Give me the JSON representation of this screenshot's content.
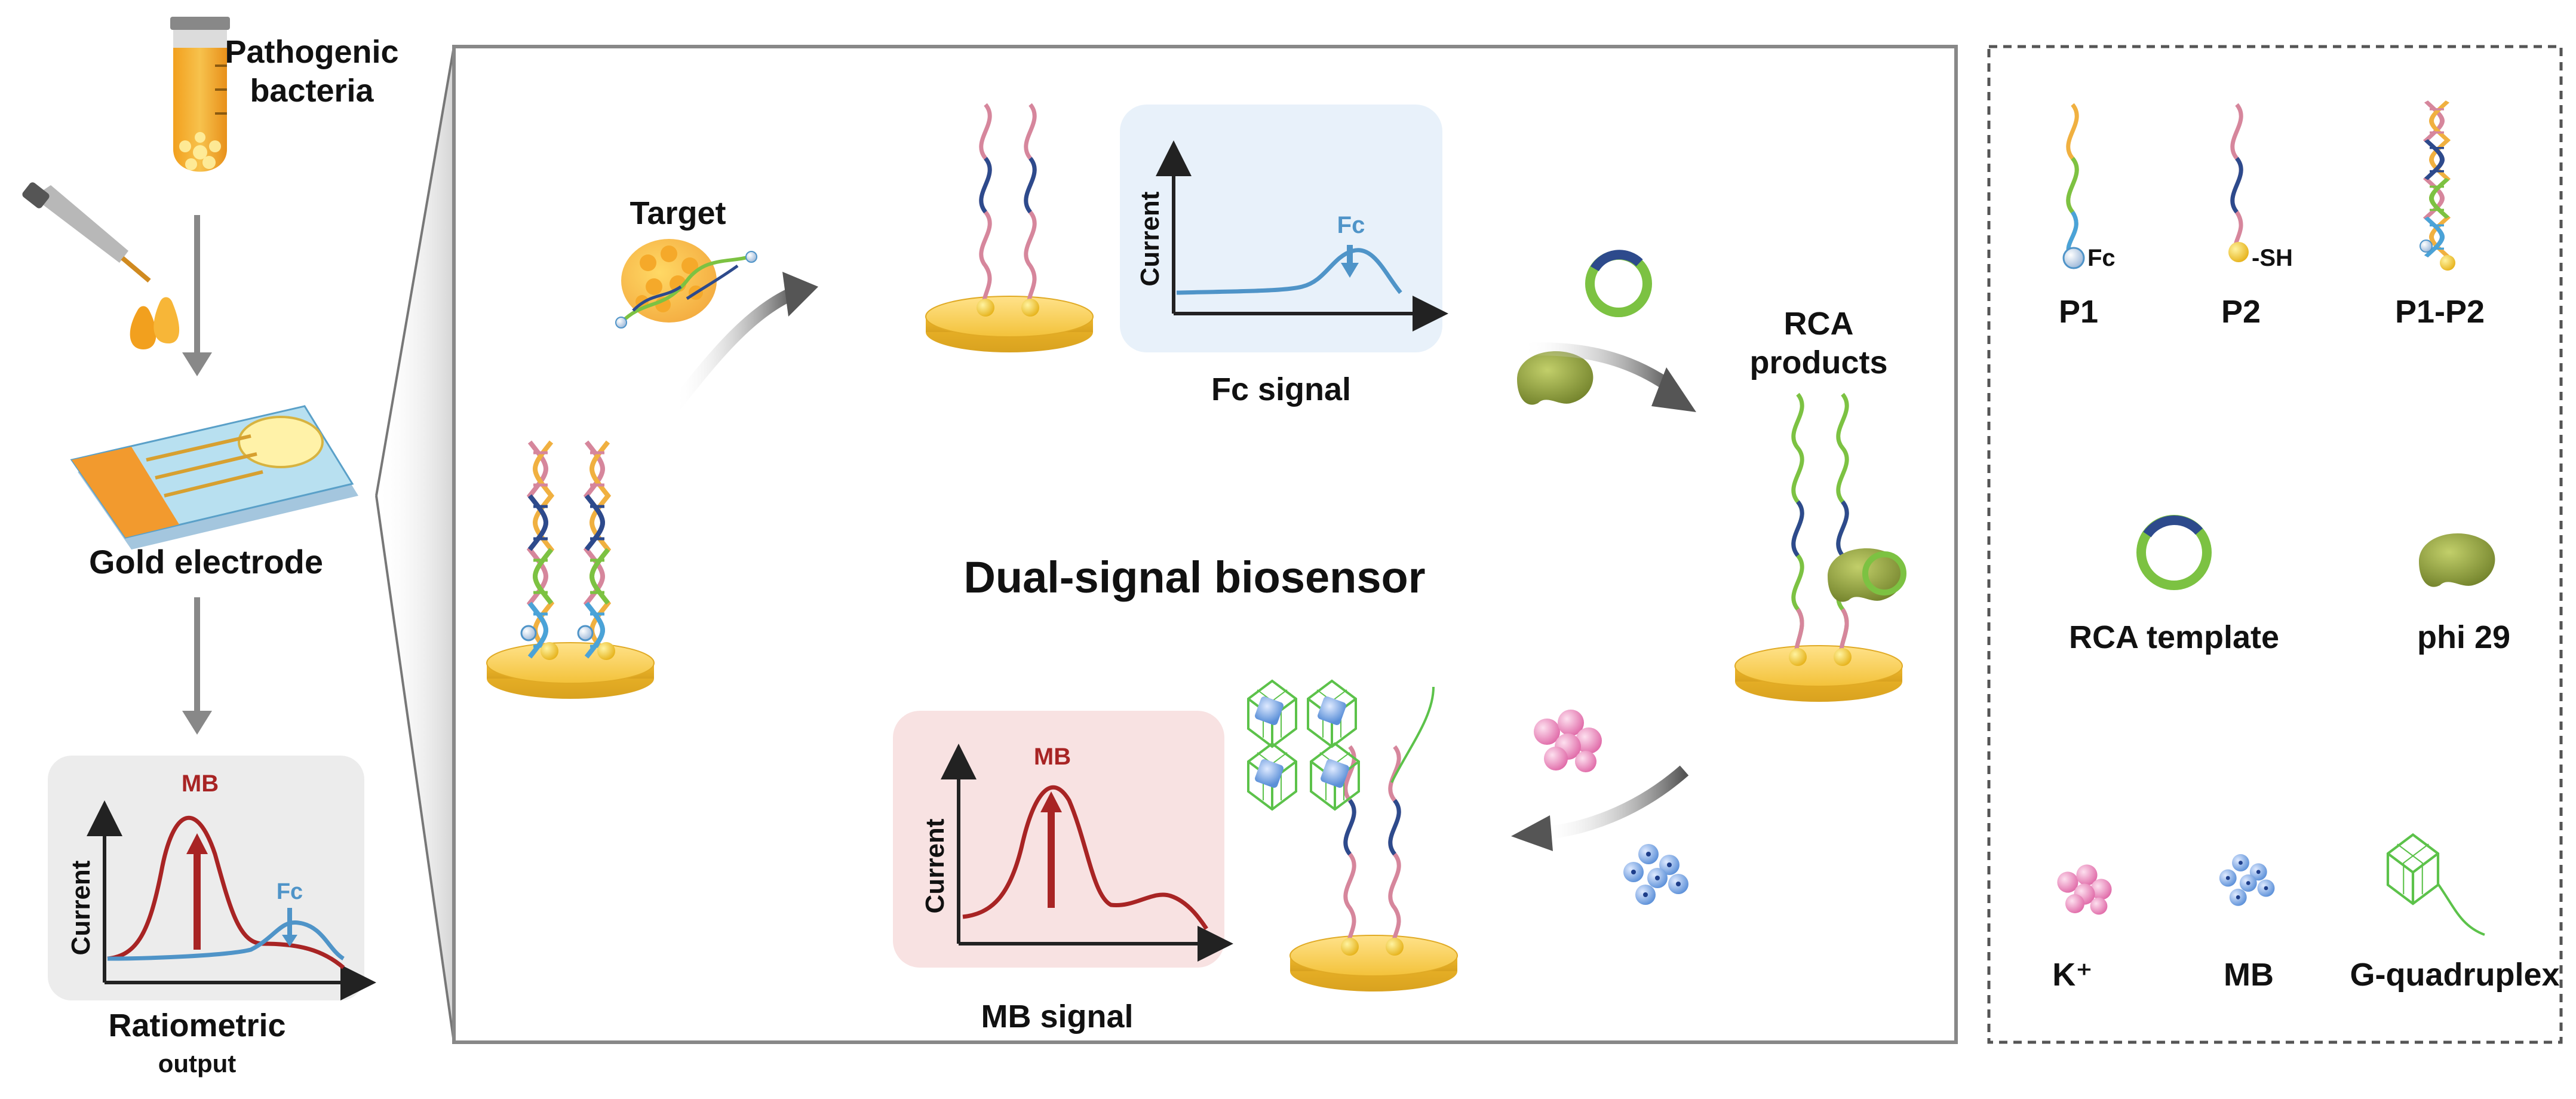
{
  "labels": {
    "pathogenic_line1": "Pathogenic",
    "pathogenic_line2": "bacteria",
    "gold_electrode": "Gold electrode",
    "ratiometric": "Ratiometric",
    "output": "output",
    "target": "Target",
    "fc_signal": "Fc signal",
    "rca_line1": "RCA",
    "rca_line2": "products",
    "dual_signal": "Dual-signal biosensor",
    "mb_signal": "MB signal",
    "current": "Current",
    "fc": "Fc",
    "mb": "MB"
  },
  "legend": {
    "p1": "P1",
    "p2": "P2",
    "p1p2": "P1-P2",
    "fc_tag": "Fc",
    "sh_tag": "-SH",
    "rca_template": "RCA template",
    "phi29": "phi 29",
    "k_plus": "K⁺",
    "mb": "MB",
    "g_quadruplex": "G-quadruplex"
  },
  "colors": {
    "gold": "#f3c23a",
    "gold_dark": "#d9a21f",
    "pink_strand": "#d6869c",
    "navy_strand": "#2d4a8c",
    "green_strand": "#7cc242",
    "blue_strand": "#4aa3d8",
    "fc_curve": "#4f94c8",
    "mb_curve": "#a82424",
    "enzyme": "#8a9a3c",
    "k_ion": "#e06aa8",
    "mb_ion": "#5a8fd8",
    "gquad": "#5cc24a"
  }
}
